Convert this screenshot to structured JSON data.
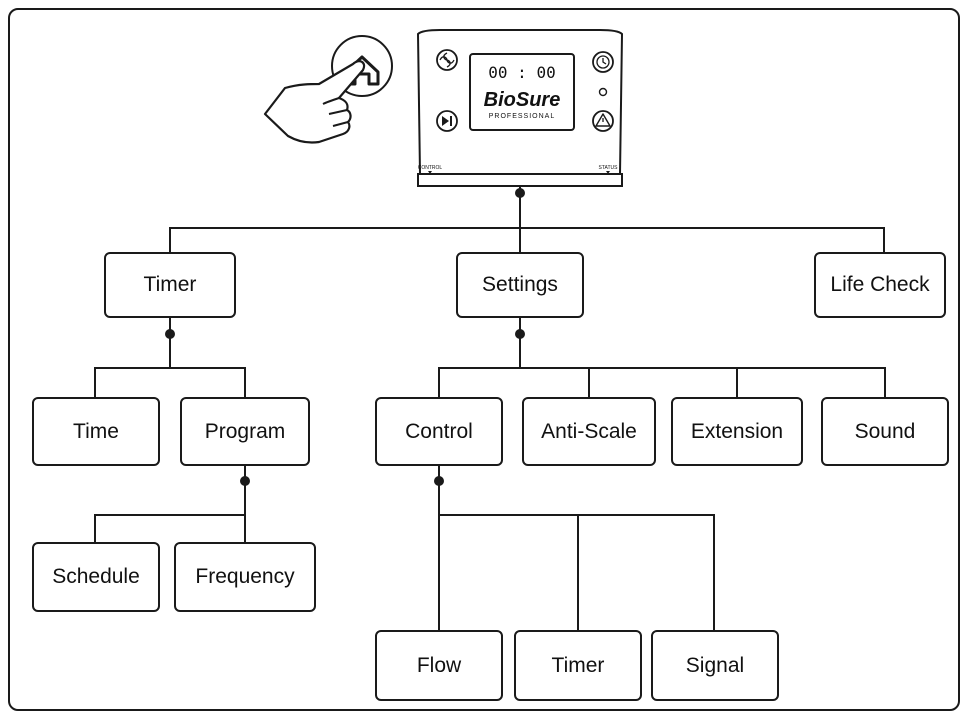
{
  "device": {
    "display_time": "00 : 00",
    "brand": "BioSure",
    "brand_sub": "PROFESSIONAL",
    "left_label": "CONTROL",
    "right_label": "STATUS",
    "icons": [
      "fan-icon",
      "play-pause-icon",
      "clock-icon",
      "warning-icon",
      "status-led-icon",
      "home-icon",
      "pointing-hand-icon"
    ]
  },
  "menu": {
    "level1": {
      "timer": "Timer",
      "settings": "Settings",
      "life_check": "Life Check"
    },
    "timer_children": {
      "time": "Time",
      "program": "Program"
    },
    "program_children": {
      "schedule": "Schedule",
      "frequency": "Frequency"
    },
    "settings_children": {
      "control": "Control",
      "anti_scale": "Anti-Scale",
      "extension": "Extension",
      "sound": "Sound"
    },
    "control_children": {
      "flow": "Flow",
      "timer": "Timer",
      "signal": "Signal"
    }
  },
  "colors": {
    "stroke": "#1a1a1a",
    "background": "#ffffff"
  }
}
